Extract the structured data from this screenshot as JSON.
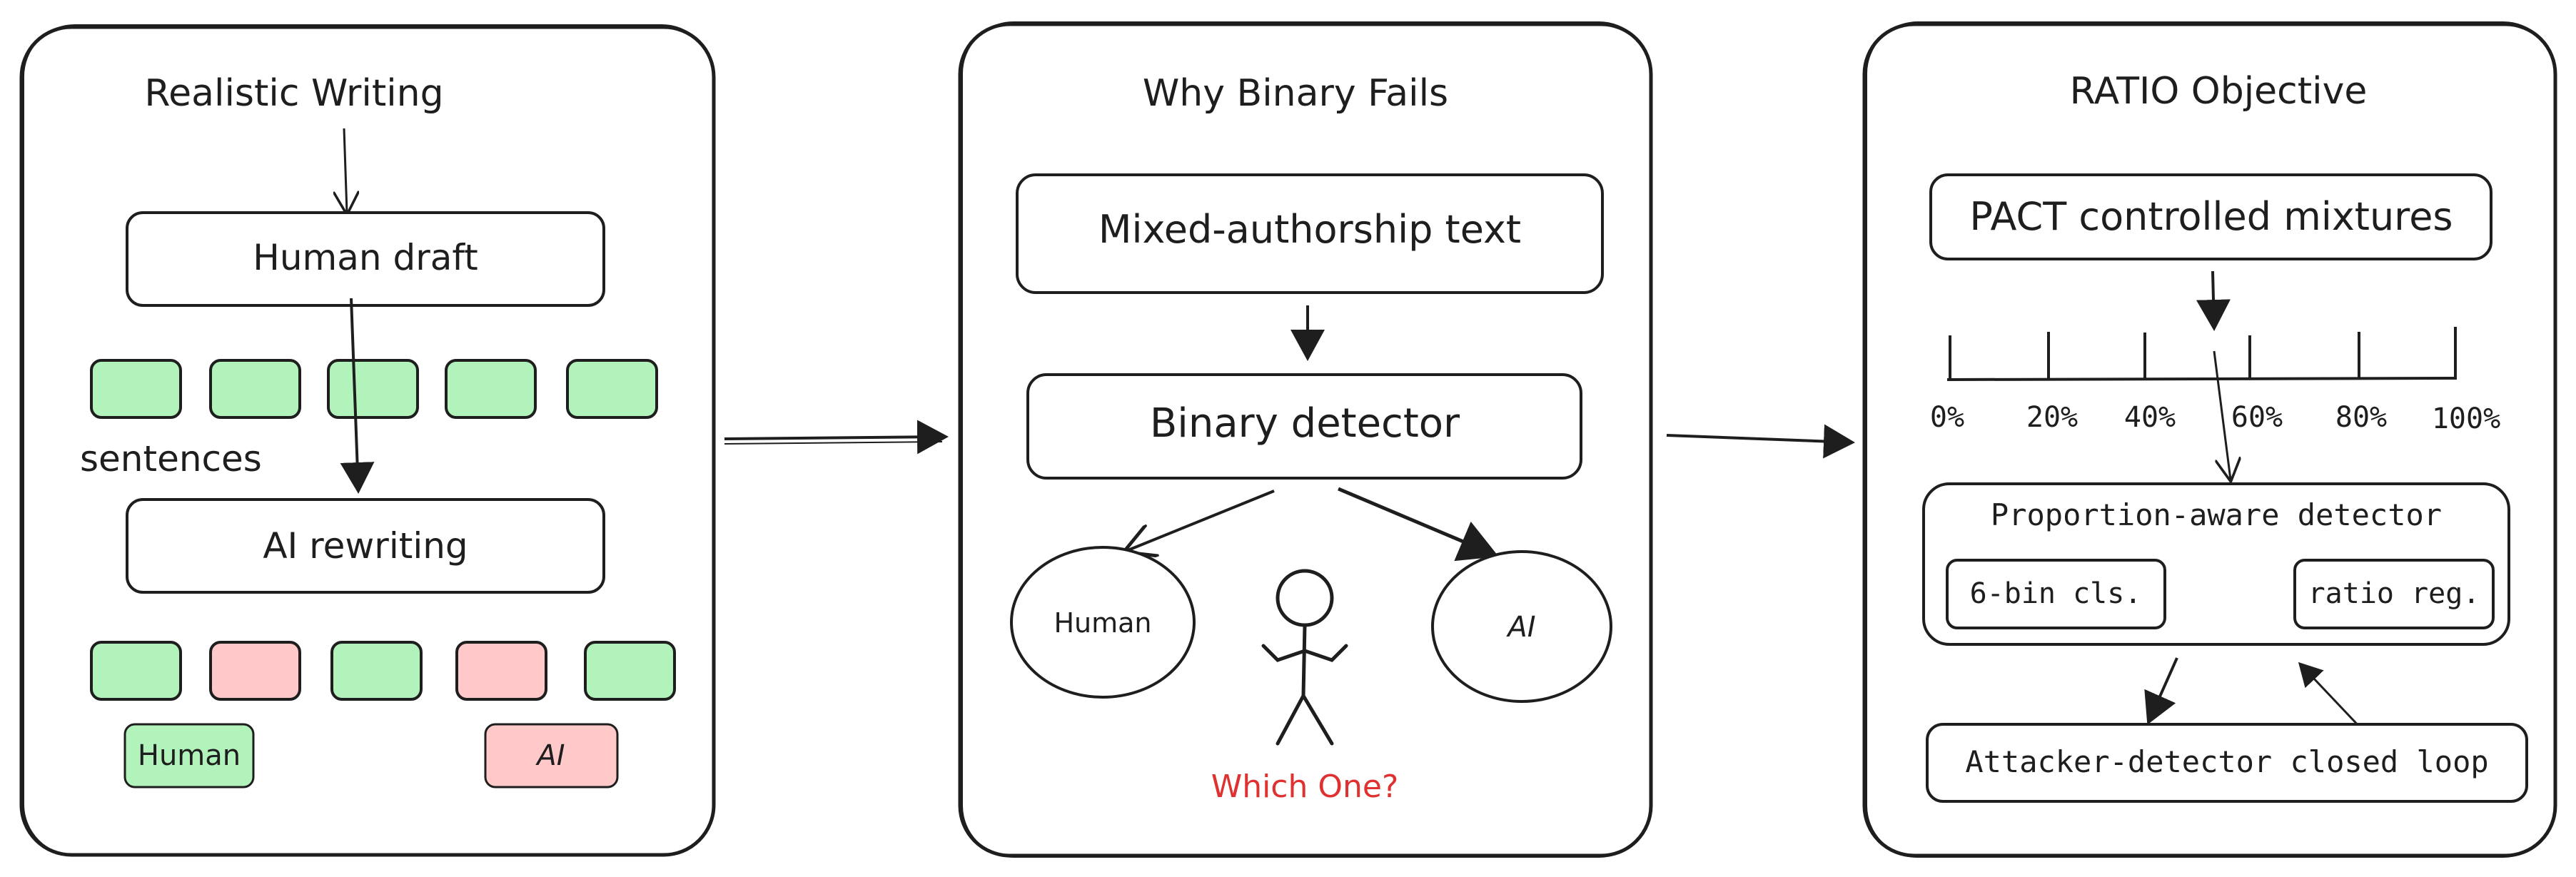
{
  "panel1": {
    "title": "Realistic Writing",
    "human_draft": "Human draft",
    "sentences_label": "sentences",
    "ai_rewriting": "AI rewriting",
    "legend_human": "Human",
    "legend_ai": "AI"
  },
  "panel2": {
    "title": "Why Binary Fails",
    "mixed_text": "Mixed-authorship text",
    "binary_detector": "Binary detector",
    "human_label": "Human",
    "ai_label": "AI",
    "question": "Which One?"
  },
  "panel3": {
    "title": "RATIO Objective",
    "pact": "PACT controlled mixtures",
    "ticks": [
      "0%",
      "20%",
      "40%",
      "60%",
      "80%",
      "100%"
    ],
    "detector_title": "Proportion-aware detector",
    "bin_cls": "6-bin cls.",
    "ratio_reg": "ratio reg.",
    "closed_loop": "Attacker-detector closed loop"
  },
  "colors": {
    "stroke": "#1e1e1e",
    "human_fill": "#b2f2bb",
    "ai_fill": "#ffc9c9",
    "question_red": "#e03131"
  }
}
